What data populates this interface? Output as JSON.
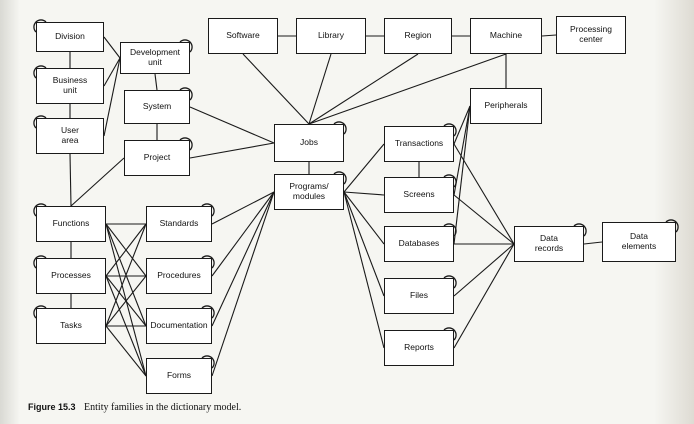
{
  "diagram": {
    "caption": {
      "label": "Figure 15.3",
      "text": "Entity families in the dictionary model."
    },
    "entities": {
      "division": "Division",
      "business_unit": "Business\nunit",
      "user_area": "User\narea",
      "development_unit": "Development\nunit",
      "system": "System",
      "project": "Project",
      "software": "Software",
      "library": "Library",
      "region": "Region",
      "machine": "Machine",
      "processing_center": "Processing\ncenter",
      "peripherals": "Peripherals",
      "jobs": "Jobs",
      "programs_modules": "Programs/\nmodules",
      "transactions": "Transactions",
      "screens": "Screens",
      "databases": "Databases",
      "files": "Files",
      "reports": "Reports",
      "data_records": "Data\nrecords",
      "data_elements": "Data\nelements",
      "functions": "Functions",
      "processes": "Processes",
      "tasks": "Tasks",
      "standards": "Standards",
      "procedures": "Procedures",
      "documentation": "Documentation",
      "forms": "Forms"
    }
  }
}
